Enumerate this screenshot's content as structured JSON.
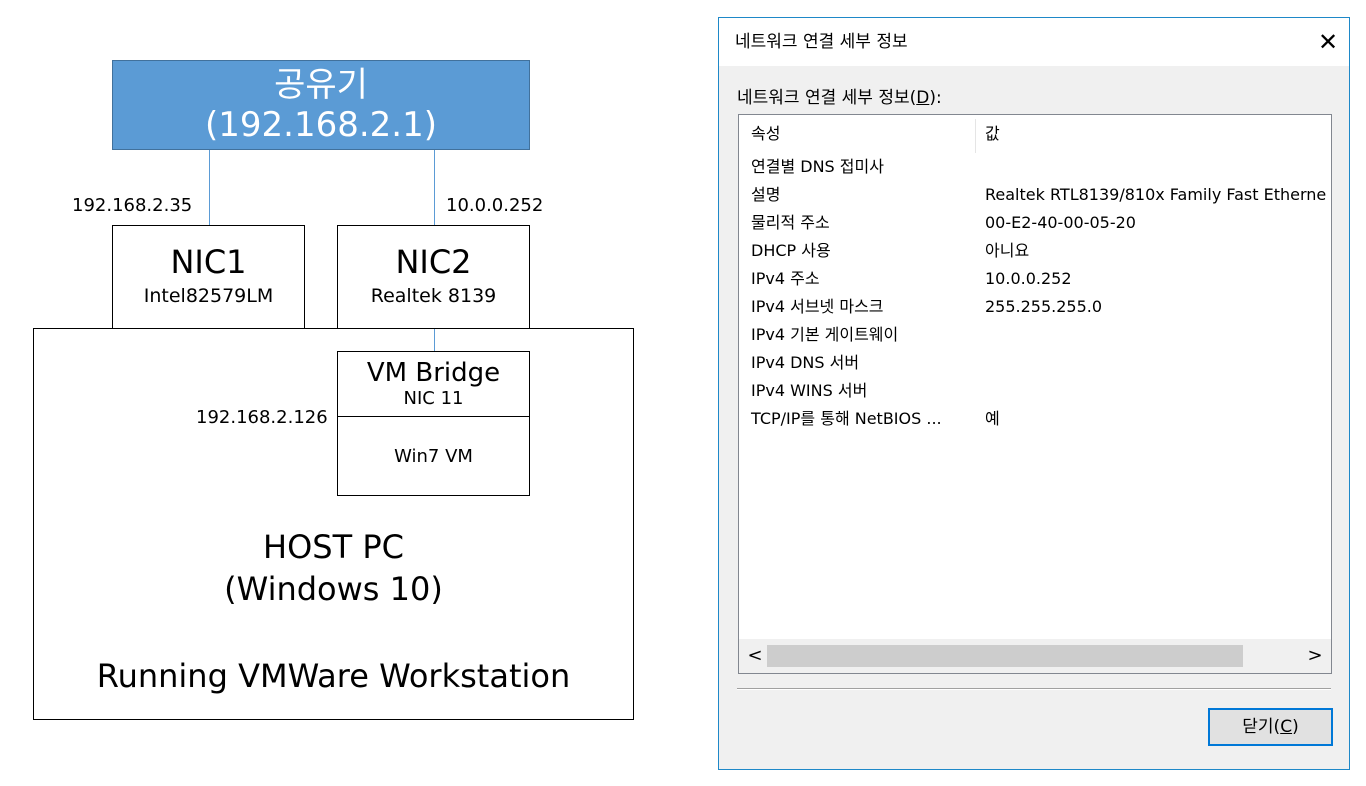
{
  "diagram": {
    "router": {
      "name": "공유기",
      "ip": "(192.168.2.1)"
    },
    "nic1": {
      "ip": "192.168.2.35",
      "name": "NIC1",
      "model": "Intel82579LM"
    },
    "nic2": {
      "ip": "10.0.0.252",
      "name": "NIC2",
      "model": "Realtek 8139"
    },
    "vm_bridge": {
      "title": "VM Bridge",
      "nic": "NIC 11",
      "ip": "192.168.2.126"
    },
    "vm": {
      "name": "Win7 VM"
    },
    "host": {
      "line1": "HOST PC",
      "line2": "(Windows 10)",
      "line3": "Running VMWare Workstation"
    },
    "colors": {
      "router_fill": "#5b9bd5",
      "connector": "#5b9bd5"
    }
  },
  "dialog": {
    "title": "네트워크 연결 세부 정보",
    "close_glyph": "✕",
    "group_label_prefix": "네트워크 연결 세부 정보(",
    "group_label_mnemonic": "D",
    "group_label_suffix": "):",
    "columns": {
      "property": "속성",
      "value": "값"
    },
    "rows": [
      {
        "property": "연결별 DNS 접미사",
        "value": ""
      },
      {
        "property": "설명",
        "value": "Realtek RTL8139/810x Family Fast Etherne"
      },
      {
        "property": "물리적 주소",
        "value": "00-E2-40-00-05-20"
      },
      {
        "property": "DHCP 사용",
        "value": "아니요"
      },
      {
        "property": "IPv4 주소",
        "value": "10.0.0.252"
      },
      {
        "property": "IPv4 서브넷 마스크",
        "value": "255.255.255.0"
      },
      {
        "property": "IPv4 기본 게이트웨이",
        "value": ""
      },
      {
        "property": "IPv4 DNS 서버",
        "value": ""
      },
      {
        "property": "IPv4 WINS 서버",
        "value": ""
      },
      {
        "property": "TCP/IP를 통해 NetBIOS ...",
        "value": "예"
      }
    ],
    "scroll_left_glyph": "<",
    "scroll_right_glyph": ">",
    "close_button_prefix": "닫기(",
    "close_button_mnemonic": "C",
    "close_button_suffix": ")",
    "accent_color": "#0078d7"
  }
}
